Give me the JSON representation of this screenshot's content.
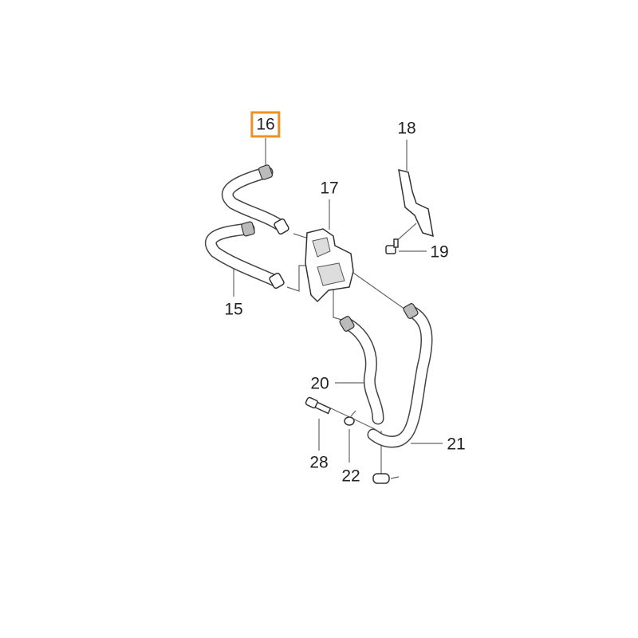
{
  "diagram": {
    "highlight_color": "#f0901e",
    "highlighted_part": "16",
    "callouts": {
      "p15": "15",
      "p16": "16",
      "p17": "17",
      "p18": "18",
      "p19": "19",
      "p20": "20",
      "p21": "21",
      "p22": "22",
      "p28": "28"
    }
  }
}
